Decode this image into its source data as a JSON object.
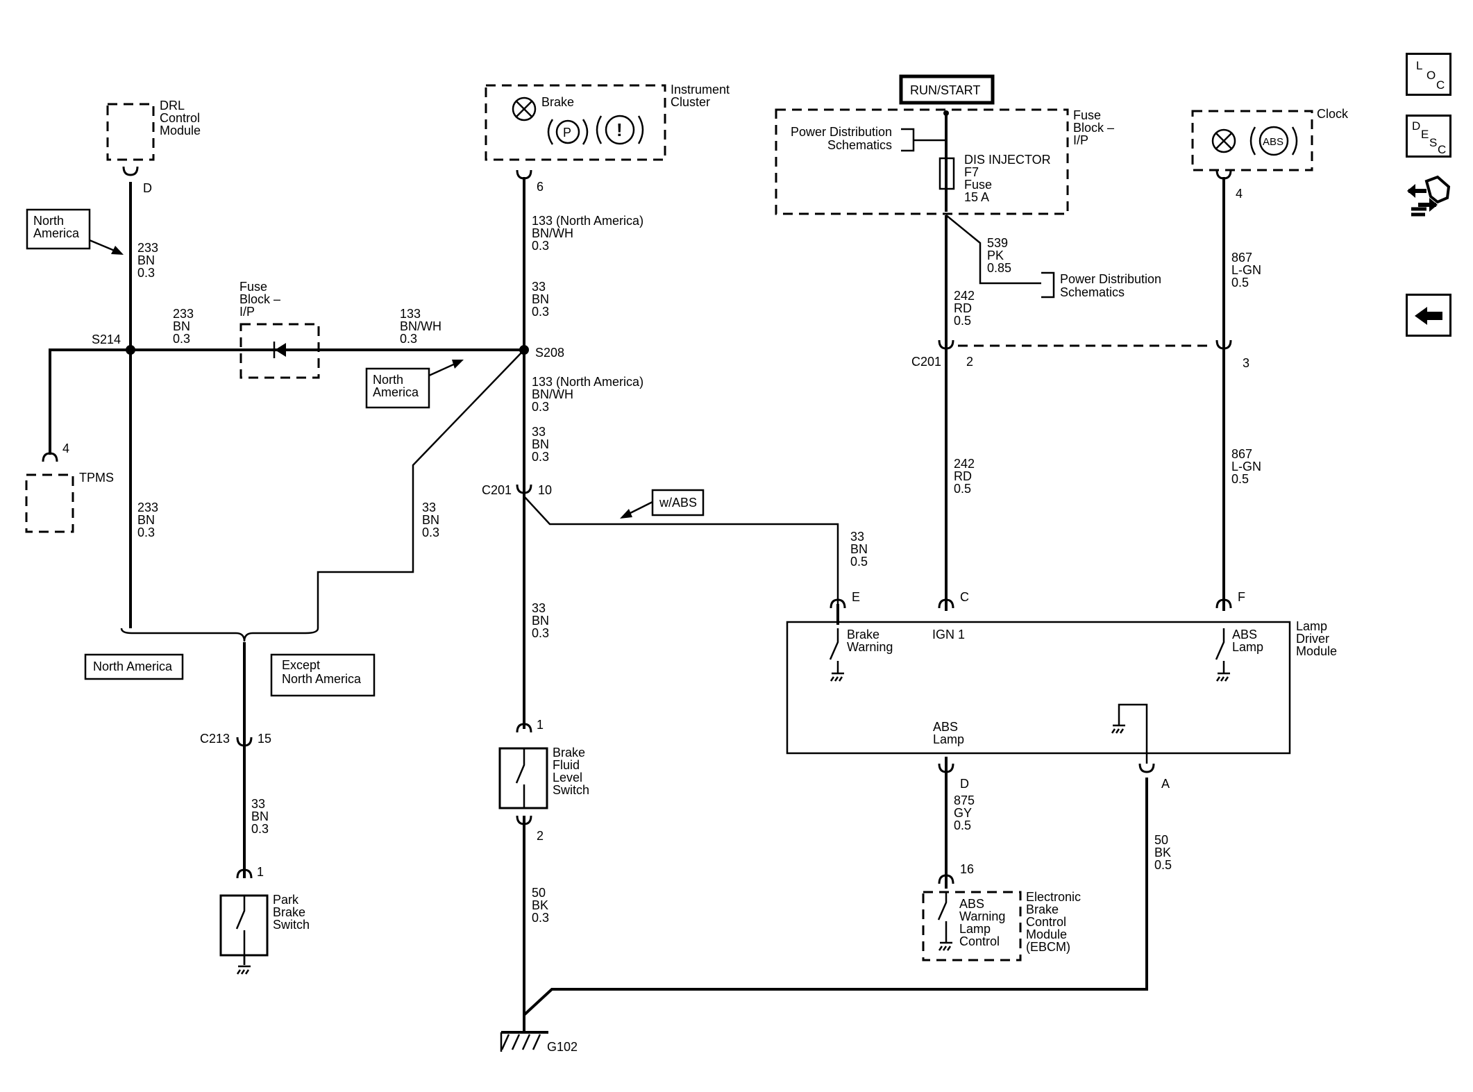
{
  "modules": {
    "drl": [
      "DRL",
      "Control",
      "Module"
    ],
    "instrument_cluster": [
      "Instrument",
      "Cluster"
    ],
    "brake_lamp": "Brake",
    "park_symbol": "P",
    "warn_symbol": "!",
    "fuse_block_ip_top": [
      "Fuse",
      "Block –",
      "I/P"
    ],
    "fuse_block_ip_mid": [
      "Fuse",
      "Block –",
      "I/P"
    ],
    "clock": "Clock",
    "abs_symbol": "ABS",
    "tpms": "TPMS",
    "lamp_driver": [
      "Lamp",
      "Driver",
      "Module"
    ],
    "ebcm": [
      "Electronic",
      "Brake",
      "Control",
      "Module",
      "(EBCM)"
    ],
    "ebcm_inner": [
      "ABS",
      "Warning",
      "Lamp",
      "Control"
    ],
    "brake_fluid_switch": [
      "Brake",
      "Fluid",
      "Level",
      "Switch"
    ],
    "park_brake_switch": [
      "Park",
      "Brake",
      "Switch"
    ]
  },
  "power": {
    "run_start": "RUN/START",
    "pds1": [
      "Power Distribution",
      "Schematics"
    ],
    "pds2": [
      "Power Distribution",
      "Schematics"
    ],
    "fuse": [
      "DIS INJECTOR",
      "F7",
      "Fuse",
      "15 A"
    ]
  },
  "tags": {
    "north_america_1": [
      "North",
      "America"
    ],
    "north_america_2": [
      "North",
      "America"
    ],
    "north_america_3": "North America",
    "except_na": [
      "Except",
      "North America"
    ],
    "w_abs": "w/ABS"
  },
  "splices": {
    "s214": "S214",
    "s208": "S208",
    "g102": "G102"
  },
  "connectors": {
    "c201": "C201",
    "c213": "C213"
  },
  "pins": {
    "drl_d": "D",
    "ic_6": "6",
    "clock_4": "4",
    "tpms_4": "4",
    "c201_2": "2",
    "c201_3": "3",
    "c201_10": "10",
    "c213_15": "15",
    "ldm_e": "E",
    "ldm_c": "C",
    "ldm_f": "F",
    "ldm_d": "D",
    "ldm_a": "A",
    "bfl_1": "1",
    "bfl_2": "2",
    "pbs_1": "1",
    "ebcm_16": "16"
  },
  "lamp_driver_labels": {
    "brake_warning": [
      "Brake",
      "Warning"
    ],
    "ign1": "IGN 1",
    "abs_lamp_top": [
      "ABS",
      "Lamp"
    ],
    "abs_lamp_bottom": [
      "ABS",
      "Lamp"
    ]
  },
  "wires": {
    "w233_top": [
      "233",
      "BN",
      "0.3"
    ],
    "w233_mid": [
      "233",
      "BN",
      "0.3"
    ],
    "w233_low": [
      "233",
      "BN",
      "0.3"
    ],
    "w133_top": [
      "133 (North America)",
      "BN/WH",
      "0.3"
    ],
    "w33_top": [
      "33",
      "BN",
      "0.3"
    ],
    "w133_horiz": [
      "133",
      "BN/WH",
      "0.3"
    ],
    "w133_mid": [
      "133 (North America)",
      "BN/WH",
      "0.3"
    ],
    "w33_mid": [
      "33",
      "BN",
      "0.3"
    ],
    "w33_diag": [
      "33",
      "BN",
      "0.3"
    ],
    "w33_abs": [
      "33",
      "BN",
      "0.5"
    ],
    "w33_low": [
      "33",
      "BN",
      "0.3"
    ],
    "w33_park": [
      "33",
      "BN",
      "0.3"
    ],
    "w50_bk_03": [
      "50",
      "BK",
      "0.3"
    ],
    "w50_bk_05": [
      "50",
      "BK",
      "0.5"
    ],
    "w539": [
      "539",
      "PK",
      "0.85"
    ],
    "w242_top": [
      "242",
      "RD",
      "0.5"
    ],
    "w242_low": [
      "242",
      "RD",
      "0.5"
    ],
    "w867_top": [
      "867",
      "L-GN",
      "0.5"
    ],
    "w867_low": [
      "867",
      "L-GN",
      "0.5"
    ],
    "w875": [
      "875",
      "GY",
      "0.5"
    ]
  },
  "nav": {
    "loc": [
      "L",
      "O",
      "C"
    ],
    "desc": [
      "D",
      "E",
      "S",
      "C"
    ]
  }
}
